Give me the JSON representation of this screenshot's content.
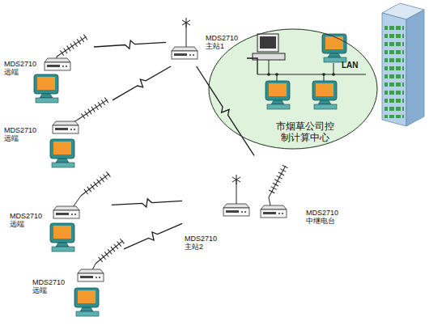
{
  "diagram": {
    "nodes": [
      {
        "text": [
          "MDS2710 远端"
        ]
      },
      {
        "text": [
          "MDS2710 远端"
        ]
      },
      {
        "text": [
          "MDS2710 远端"
        ]
      },
      {
        "text": [
          "MDS2710 远端"
        ]
      },
      {
        "text": [
          "MDS2710 主站1"
        ]
      },
      {
        "text": [
          "LAN",
          "市烟草公司控制计算中心"
        ]
      },
      {
        "text": [
          "MDS2710 主站2"
        ]
      },
      {
        "text": [
          "MDS2710 中继电台"
        ]
      }
    ],
    "edges": [
      {
        "from": 0,
        "to": 4,
        "arrow": "none"
      },
      {
        "from": 1,
        "to": 4,
        "arrow": "none"
      },
      {
        "from": 4,
        "to": 5,
        "arrow": "none"
      },
      {
        "from": 4,
        "to": 7,
        "arrow": "none"
      },
      {
        "from": 2,
        "to": 6,
        "arrow": "none"
      },
      {
        "from": 3,
        "to": 6,
        "arrow": "none"
      }
    ]
  }
}
